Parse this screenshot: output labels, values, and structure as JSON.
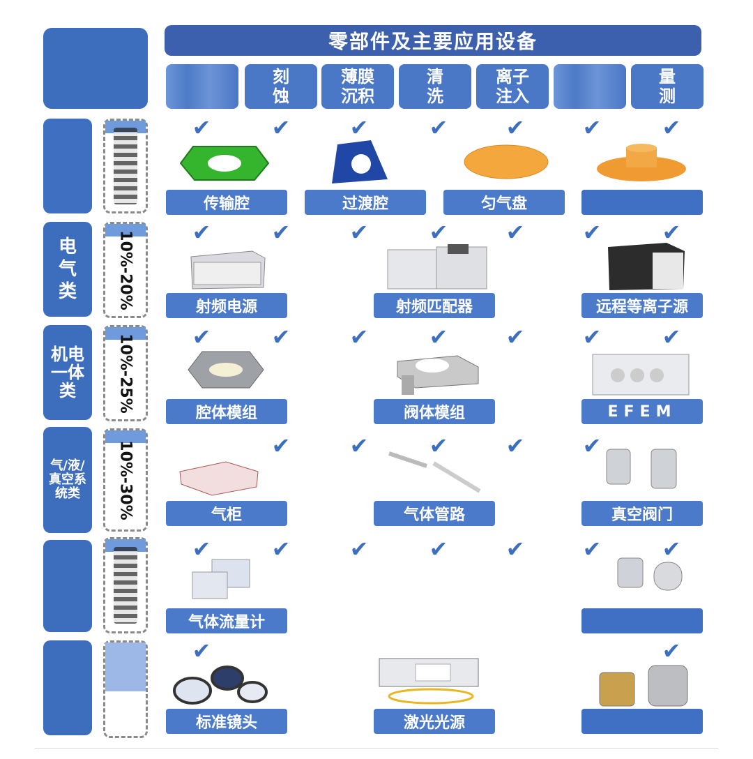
{
  "header": {
    "title": "零部件及主要应用设备"
  },
  "processes": [
    "",
    "刻\n蚀",
    "薄膜\n沉积",
    "清\n洗",
    "离子\n注入",
    "",
    "量\n测"
  ],
  "rows": [
    {
      "category": "",
      "percent": "",
      "labels": [
        "传输腔",
        "过渡腔",
        "匀气盘",
        ""
      ]
    },
    {
      "category": "电\n气\n类",
      "percent": "10%-20%",
      "labels": [
        "射频电源",
        "射频匹配器",
        "远程等离子源"
      ]
    },
    {
      "category": "机电一体类",
      "percent": "10%-25%",
      "labels": [
        "腔体模组",
        "阀体模组",
        "EFEM"
      ]
    },
    {
      "category": "气/液/真空系统类",
      "percent": "10%-30%",
      "labels": [
        "气柜",
        "气体管路",
        "真空阀门"
      ]
    },
    {
      "category": "",
      "percent": "",
      "labels": [
        "气体流量计",
        ""
      ]
    },
    {
      "category": "",
      "percent": "",
      "labels": [
        "标准镜头",
        "激光光源",
        ""
      ]
    }
  ],
  "icons": {
    "check": "check-mark-icon"
  },
  "colors": {
    "accent": "#3f6ec0",
    "title_bar": "#3c5fae",
    "check": "#3d6fc0"
  }
}
